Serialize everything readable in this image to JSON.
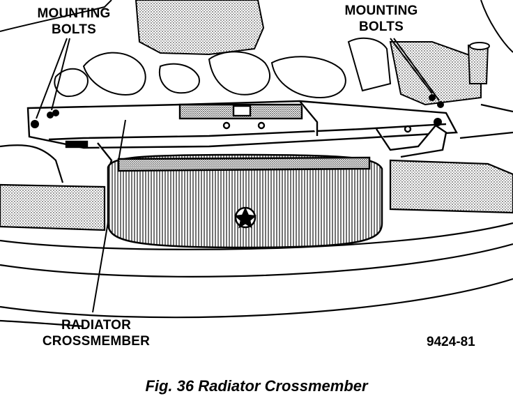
{
  "labels": {
    "mounting_bolts_left_line1": "MOUNTING",
    "mounting_bolts_left_line2": "BOLTS",
    "mounting_bolts_right_line1": "MOUNTING",
    "mounting_bolts_right_line2": "BOLTS",
    "radiator_line1": "RADIATOR",
    "radiator_line2": "CROSSMEMBER"
  },
  "figure_code": "9424-81",
  "caption": {
    "number": "Fig. 36",
    "title": "Radiator Crossmember"
  }
}
